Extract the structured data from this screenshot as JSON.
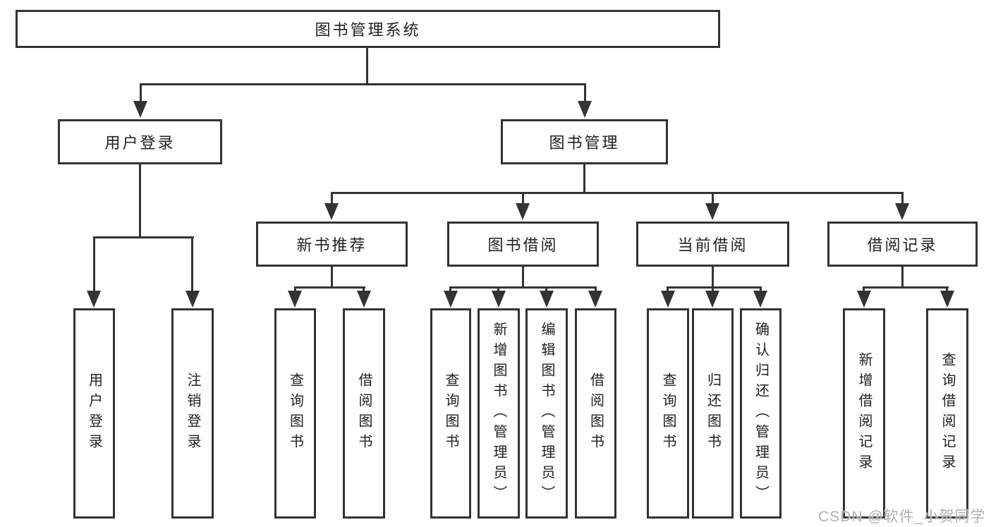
{
  "colors": {
    "line": "#333333",
    "text": "#212121",
    "watermark_text": "#b0b0b0"
  },
  "watermark": "CSDN @软件_小贺同学",
  "tree": {
    "label": "图书管理系统",
    "children": [
      {
        "label": "用户登录",
        "children": [
          {
            "label": "用户登录"
          },
          {
            "label": "注销登录"
          }
        ]
      },
      {
        "label": "图书管理",
        "children": [
          {
            "label": "新书推荐",
            "children": [
              {
                "label": "查询图书"
              },
              {
                "label": "借阅图书"
              }
            ]
          },
          {
            "label": "图书借阅",
            "children": [
              {
                "label": "查询图书"
              },
              {
                "label": "新增图书（管理员）"
              },
              {
                "label": "编辑图书（管理员）"
              },
              {
                "label": "借阅图书"
              }
            ]
          },
          {
            "label": "当前借阅",
            "children": [
              {
                "label": "查询图书"
              },
              {
                "label": "归还图书"
              },
              {
                "label": "确认归还（管理员）"
              }
            ]
          },
          {
            "label": "借阅记录",
            "children": [
              {
                "label": "新增借阅记录"
              },
              {
                "label": "查询借阅记录"
              }
            ]
          }
        ]
      }
    ]
  }
}
